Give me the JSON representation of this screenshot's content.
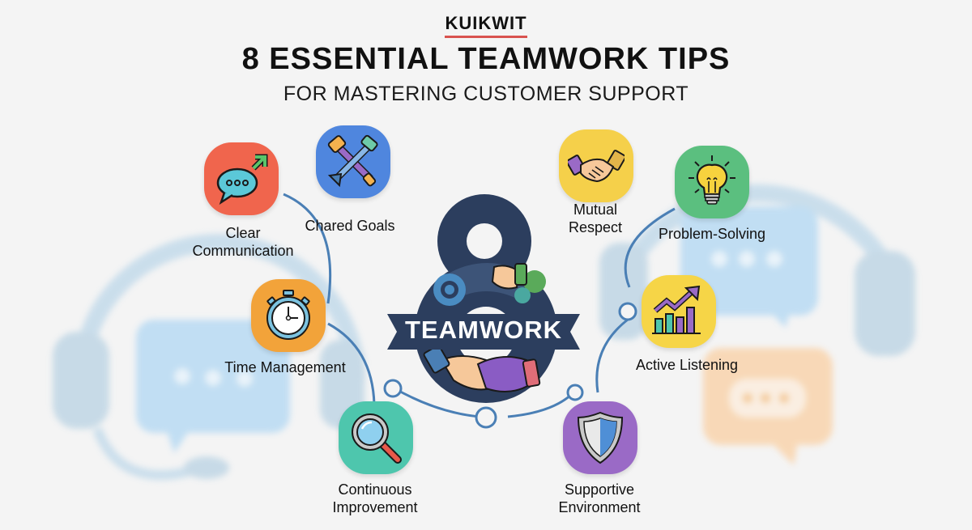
{
  "header": {
    "brand": "KUIKWIT",
    "title": "8 ESSENTIAL TEAMWORK TIPS",
    "subtitle": "FOR MASTERING CUSTOMER SUPPORT"
  },
  "center": {
    "number": "8",
    "banner": "TEAMWORK"
  },
  "colors": {
    "accent_underline": "#d9534f",
    "connector": "#4a7fb5",
    "number_fill": "#2c3e5e",
    "bg": "#f4f4f4"
  },
  "tips": [
    {
      "id": "clear-communication",
      "label_line1": "Clear",
      "label_line2": "Communication",
      "icon": "speech-bubble-icon",
      "tile_color": "#f0654d"
    },
    {
      "id": "chared-goals",
      "label_line1": "Chared Goals",
      "label_line2": "",
      "icon": "crossed-tools-icon",
      "tile_color": "#4f86de"
    },
    {
      "id": "mutual-respect",
      "label_line1": "Mutual",
      "label_line2": "Respect",
      "icon": "handshake-icon",
      "tile_color": "#f5d04a"
    },
    {
      "id": "problem-solving",
      "label_line1": "Problem-Solving",
      "label_line2": "",
      "icon": "lightbulb-icon",
      "tile_color": "#5bbf7f"
    },
    {
      "id": "time-management",
      "label_line1": "Time Management",
      "label_line2": "",
      "icon": "stopwatch-icon",
      "tile_color": "#f2a33a"
    },
    {
      "id": "active-listening",
      "label_line1": "Active Listening",
      "label_line2": "",
      "icon": "growth-chart-icon",
      "tile_color": "#f6d547"
    },
    {
      "id": "continuous-improvement",
      "label_line1": "Continuous",
      "label_line2": "Improvement",
      "icon": "magnifier-icon",
      "tile_color": "#4ec6ad"
    },
    {
      "id": "supportive-environment",
      "label_line1": "Supportive",
      "label_line2": "Environment",
      "icon": "shield-icon",
      "tile_color": "#9a6ac6"
    }
  ]
}
